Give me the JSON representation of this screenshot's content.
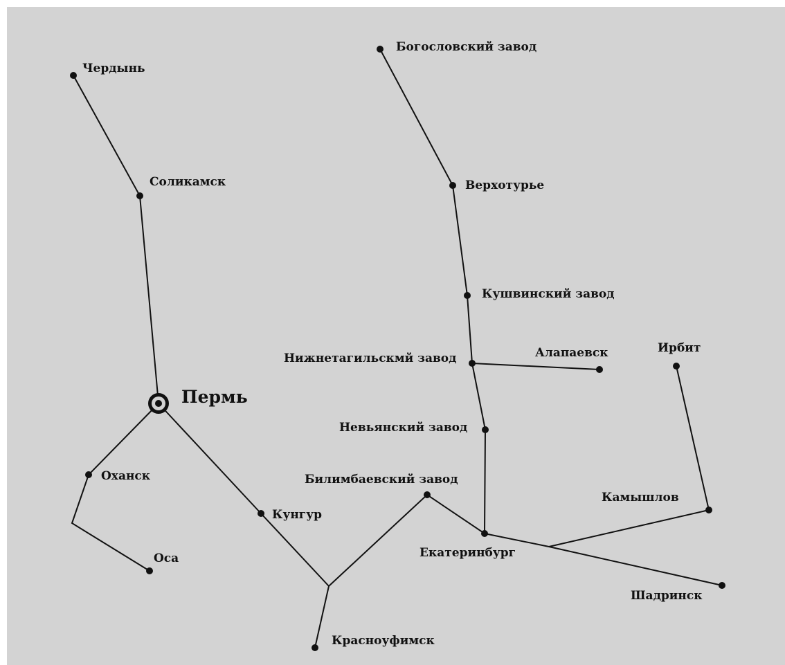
{
  "colors": {
    "background": "#d3d3d3",
    "frame": "#ffffff",
    "ink": "#111111"
  },
  "map": {
    "capital": {
      "id": "perm",
      "label": "Пермь",
      "icon": "capital-circle-icon"
    },
    "cities": [
      {
        "id": "cherdyn",
        "label": "Чердынь"
      },
      {
        "id": "solikamsk",
        "label": "Соликамск"
      },
      {
        "id": "okhansk",
        "label": "Оханск"
      },
      {
        "id": "osa",
        "label": "Оса"
      },
      {
        "id": "kungur",
        "label": "Кунгур"
      },
      {
        "id": "krasnoufimsk",
        "label": "Красноуфимск"
      },
      {
        "id": "bilimbaevsky",
        "label": "Билимбаевский завод"
      },
      {
        "id": "yekaterinburg",
        "label": "Екатеринбург"
      },
      {
        "id": "nevyansky",
        "label": "Невьянский завод"
      },
      {
        "id": "nizhnetagilsky",
        "label": "Нижнетагильскмй завод"
      },
      {
        "id": "alapaevsk",
        "label": "Алапаевск"
      },
      {
        "id": "kushvinsky",
        "label": "Кушвинский завод"
      },
      {
        "id": "verkhoturye",
        "label": "Верхотурье"
      },
      {
        "id": "bogoslovsky",
        "label": "Богословский завод"
      },
      {
        "id": "irbit",
        "label": "Ирбит"
      },
      {
        "id": "kamyshlov",
        "label": "Камышлов"
      },
      {
        "id": "shadrinsk",
        "label": "Шадринск"
      }
    ]
  }
}
